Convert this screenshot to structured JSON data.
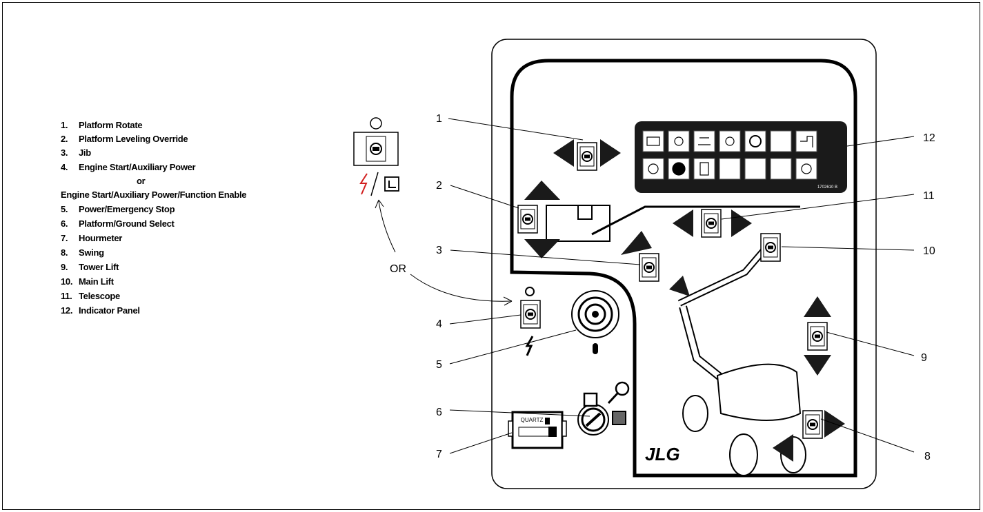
{
  "legend": [
    {
      "num": "1.",
      "label": "Platform Rotate"
    },
    {
      "num": "2.",
      "label": "Platform Leveling Override"
    },
    {
      "num": "3.",
      "label": "Jib"
    },
    {
      "num": "4.",
      "label": "Engine Start/Auxiliary Power"
    },
    {
      "num": "",
      "label": "or"
    },
    {
      "num": "",
      "label": "Engine Start/Auxiliary Power/Function Enable"
    },
    {
      "num": "5.",
      "label": "Power/Emergency Stop"
    },
    {
      "num": "6.",
      "label": "Platform/Ground Select"
    },
    {
      "num": "7.",
      "label": "Hourmeter"
    },
    {
      "num": "8.",
      "label": "Swing"
    },
    {
      "num": "9.",
      "label": "Tower Lift"
    },
    {
      "num": "10.",
      "label": "Main Lift"
    },
    {
      "num": "11.",
      "label": "Telescope"
    },
    {
      "num": "12.",
      "label": "Indicator Panel"
    }
  ],
  "or_label": "OR",
  "callouts": [
    "1",
    "2",
    "3",
    "4",
    "5",
    "6",
    "7",
    "8",
    "9",
    "10",
    "11",
    "12"
  ],
  "hourmeter_brand": "QUARTZ",
  "indicator_part_no": "1702610 B",
  "logo_text": "JLG",
  "colors": {
    "line": "#000000",
    "panel_dark": "#1a1a1a",
    "accent_red": "#d22020",
    "switch_gray": "#bdbdbd"
  }
}
